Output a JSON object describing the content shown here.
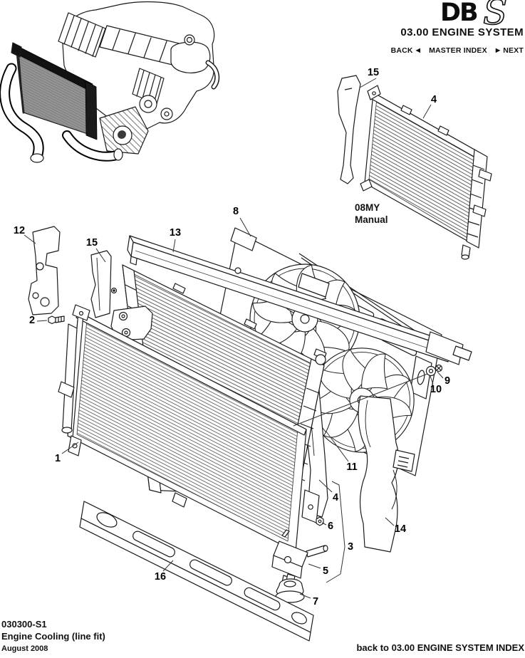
{
  "header": {
    "logo_db": "DB",
    "logo_s": "S",
    "title": "03.00 ENGINE SYSTEM",
    "nav": {
      "back": "BACK",
      "back_arrow": "◀",
      "master_index": "MASTER INDEX",
      "next_arrow": "▶",
      "next": "NEXT"
    }
  },
  "inset": {
    "note_line1": "08MY",
    "note_line2": "Manual"
  },
  "diagram": {
    "callouts": [
      "12",
      "15",
      "2",
      "13",
      "8",
      "9",
      "10",
      "11",
      "1",
      "4",
      "6",
      "3",
      "5",
      "7",
      "14",
      "16",
      "15",
      "4"
    ]
  },
  "footer": {
    "doc_number": "030300-S1",
    "doc_title": "Engine Cooling (line fit)",
    "date": "August 2008",
    "back_link": "back to 03.00 ENGINE SYSTEM INDEX"
  },
  "colors": {
    "ink": "#1c1c1c",
    "paper": "#ffffff",
    "radiator_core_gray": "#9a9a9a"
  }
}
